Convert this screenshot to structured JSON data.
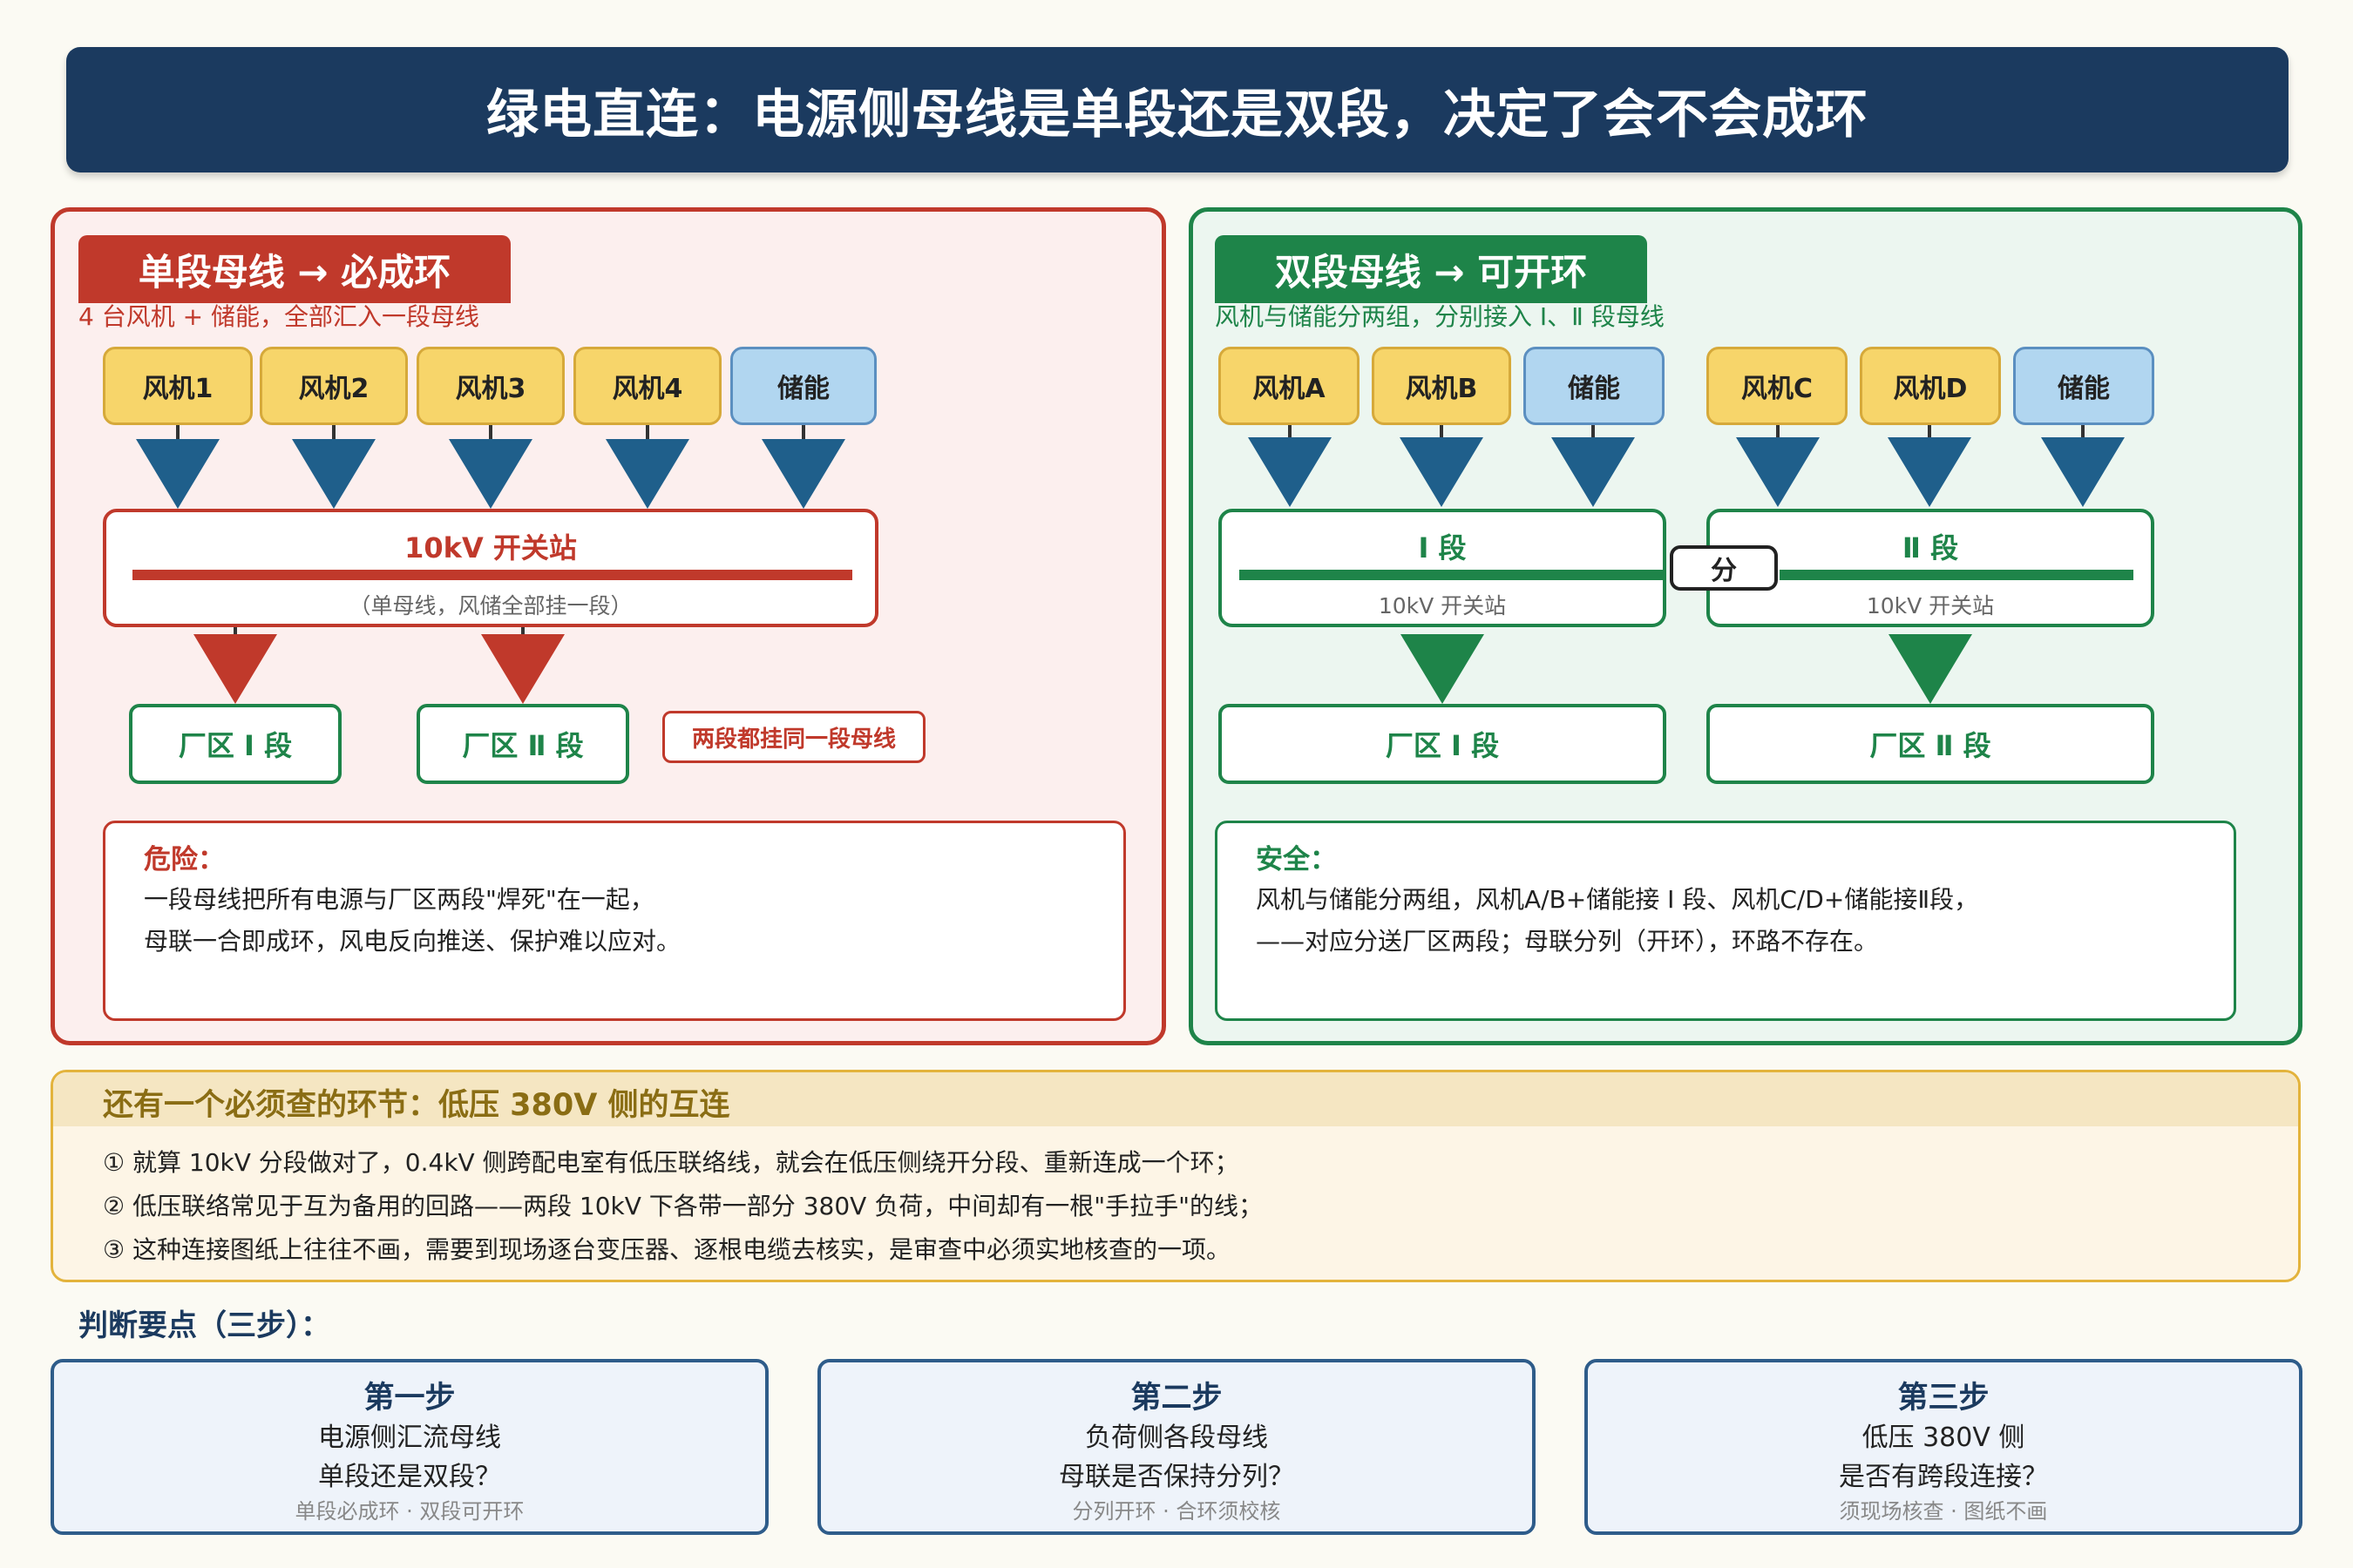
{
  "title": "绿电直连：电源侧母线是单段还是双段，决定了会不会成环",
  "colors": {
    "danger": "#c0392b",
    "safe": "#1e8449",
    "navy": "#1b3a5f",
    "gold": "#8a6d14"
  },
  "left": {
    "tab": "单段母线 → 必成环",
    "subtitle": "4 台风机 + 储能，全部汇入一段母线",
    "sources": [
      "风机1",
      "风机2",
      "风机3",
      "风机4",
      "储能"
    ],
    "bus_title": "10kV 开关站",
    "bus_sub": "（单母线，风储全部挂一段）",
    "plant1": "厂区 Ⅰ 段",
    "plant2": "厂区 Ⅱ 段",
    "warning_badge": "两段都挂同一段母线",
    "note_head": "危险：",
    "note_lines": [
      "一段母线把所有电源与厂区两段\"焊死\"在一起，",
      "母联一合即成环，风电反向推送、保护难以应对。"
    ]
  },
  "right": {
    "tab": "双段母线 → 可开环",
    "subtitle": "风机与储能分两组，分别接入 Ⅰ、Ⅱ 段母线",
    "sources_a": [
      "风机A",
      "风机B",
      "储能"
    ],
    "sources_b": [
      "风机C",
      "风机D",
      "储能"
    ],
    "bus1_title": "Ⅰ 段",
    "bus2_title": "Ⅱ 段",
    "bus_sub": "10kV 开关站",
    "tie_label": "分",
    "plant1": "厂区 Ⅰ 段",
    "plant2": "厂区 Ⅱ 段",
    "note_head": "安全：",
    "note_lines": [
      "风机与储能分两组，风机A/B+储能接 Ⅰ 段、风机C/D+储能接Ⅱ段，",
      "——对应分送厂区两段；母联分列（开环），环路不存在。"
    ]
  },
  "low_voltage": {
    "title": "还有一个必须查的环节：低压 380V 侧的互连",
    "lines": [
      "① 就算 10kV 分段做对了，0.4kV 侧跨配电室有低压联络线，就会在低压侧绕开分段、重新连成一个环；",
      "② 低压联络常见于互为备用的回路——两段 10kV 下各带一部分 380V 负荷，中间却有一根\"手拉手\"的线；",
      "③ 这种连接图纸上往往不画，需要到现场逐台变压器、逐根电缆去核实，是审查中必须实地核查的一项。"
    ]
  },
  "steps": {
    "title": "判断要点（三步）：",
    "items": [
      {
        "title": "第一步",
        "line1": "电源侧汇流母线",
        "line2": "单段还是双段？",
        "note": "单段必成环 · 双段可开环"
      },
      {
        "title": "第二步",
        "line1": "负荷侧各段母线",
        "line2": "母联是否保持分列？",
        "note": "分列开环 · 合环须校核"
      },
      {
        "title": "第三步",
        "line1": "低压 380V 侧",
        "line2": "是否有跨段连接？",
        "note": "须现场核查 · 图纸不画"
      }
    ]
  }
}
